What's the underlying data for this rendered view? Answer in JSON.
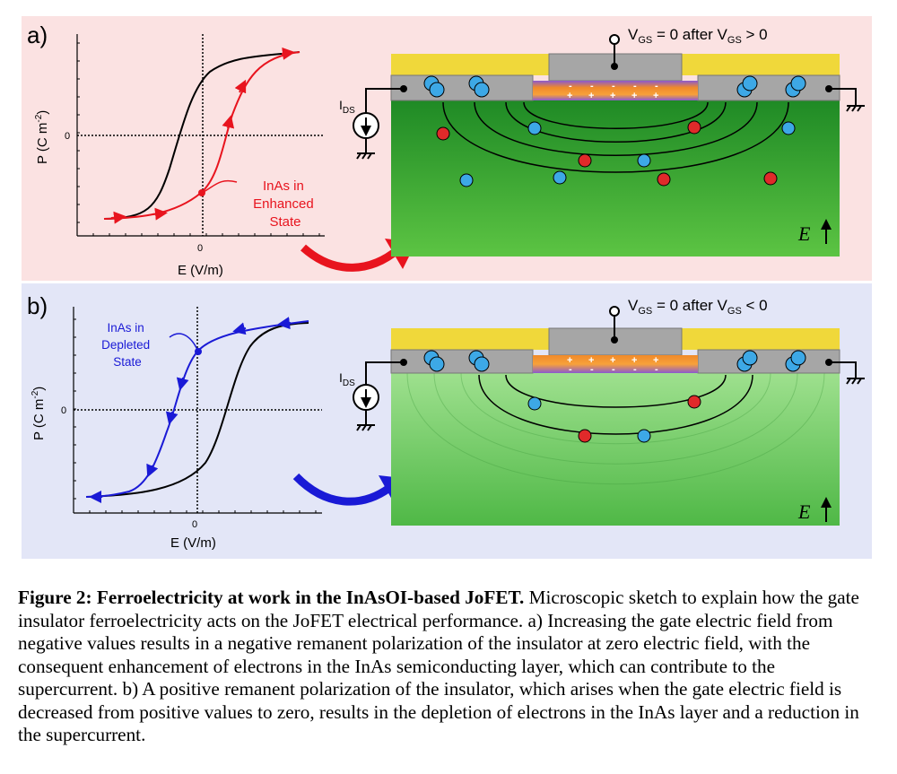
{
  "panel_a": {
    "label": "a)",
    "plot": {
      "ylabel": "P (C m",
      "ylabel_sup": "-2",
      "ylabel_close": ")",
      "xlabel": "E (V/m)",
      "x_zero": "0",
      "y_zero": "0"
    },
    "annotation": [
      "InAs in",
      "Enhanced",
      "State"
    ],
    "gate_label": {
      "v": "V",
      "sub1": "GS",
      "mid": " = 0 after V",
      "sub2": "GS",
      "end": " > 0"
    },
    "ids_label": {
      "i": "I",
      "sub": "DS"
    },
    "field_label": "E",
    "charge_signs": {
      "top": [
        "-",
        "-",
        "-",
        "-",
        "-"
      ],
      "bottom": [
        "+",
        "+",
        "+",
        "+",
        "+"
      ]
    }
  },
  "panel_b": {
    "label": "b)",
    "plot": {
      "ylabel": "P (C m",
      "ylabel_sup": "-2",
      "ylabel_close": ")",
      "xlabel": "E (V/m)",
      "x_zero": "0",
      "y_zero": "0"
    },
    "annotation": [
      "InAs in",
      "Depleted",
      "State"
    ],
    "gate_label": {
      "v": "V",
      "sub1": "GS",
      "mid": " = 0 after V",
      "sub2": "GS",
      "end": " < 0"
    },
    "ids_label": {
      "i": "I",
      "sub": "DS"
    },
    "field_label": "E",
    "charge_signs": {
      "top": [
        "+",
        "+",
        "+",
        "+",
        "+"
      ],
      "bottom": [
        "-",
        "-",
        "-",
        "-",
        "-"
      ]
    }
  },
  "caption": {
    "bold": "Figure 2: Ferroelectricity at work in the InAsOI-based JoFET.",
    "text": " Microscopic sketch to explain how the gate insulator ferroelectricity acts on the JoFET electrical performance. a) Increasing the gate electric field from negative values results in a negative remanent polarization of the insulator at zero electric field, with the consequent enhancement of electrons in the InAs semiconducting layer, which can contribute to the supercurrent. b) A positive remanent polarization of the insulator, which arises when the gate electric field is decreased from positive values to zero, results in the depletion of electrons in the InAs layer and a reduction in the supercurrent."
  },
  "colors": {
    "enhanced": "#e8141e",
    "depleted": "#1a1ad6",
    "gold": "#f0d83a",
    "gate_gray": "#a6a6a6",
    "channel_green": "#3aa83a",
    "electron": "#3da8e6",
    "hole": "#e02a2a"
  }
}
